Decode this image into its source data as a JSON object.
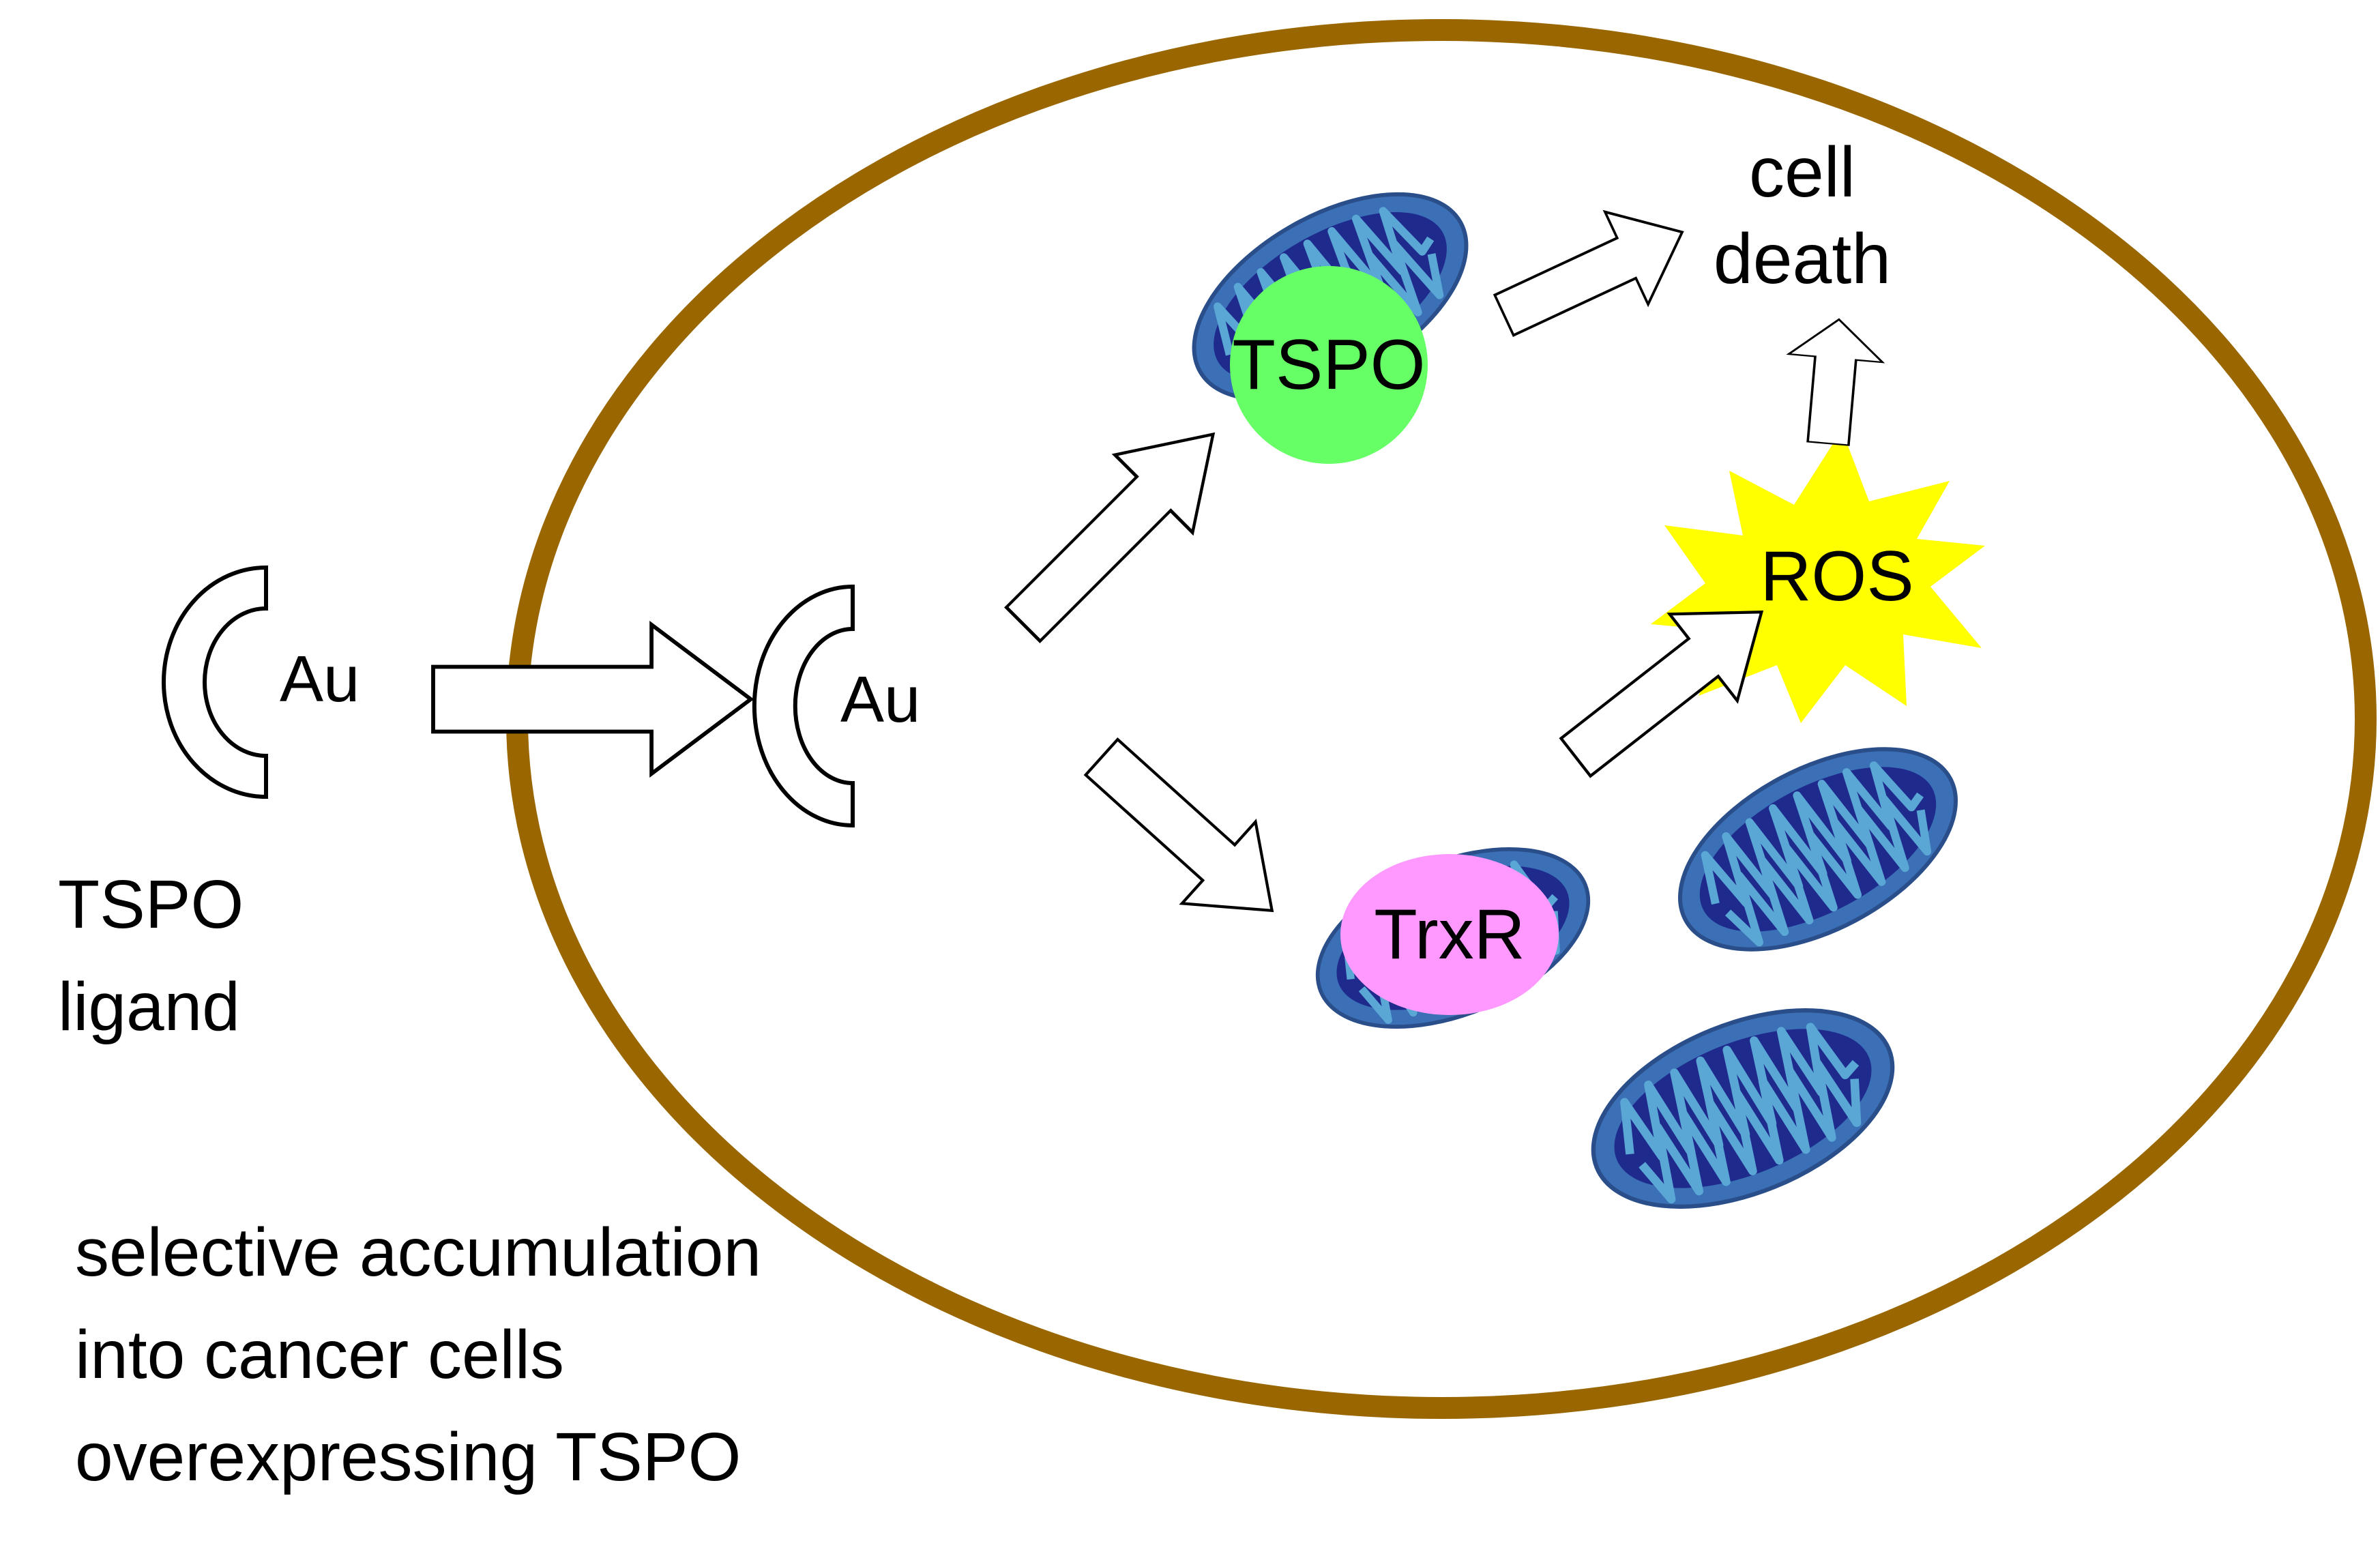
{
  "labels": {
    "ligand": [
      "TSPO",
      "ligand"
    ],
    "au": "Au",
    "tspo": "TSPO",
    "trxr": "TrxR",
    "ros": "ROS",
    "cell_death": [
      "cell",
      "death"
    ],
    "caption": [
      "selective accumulation",
      "into cancer cells",
      "overexpressing TSPO"
    ]
  },
  "colors": {
    "cell_membrane": "#996600",
    "tspo_circle": "#66ff66",
    "trxr_ellipse": "#ff99ff",
    "ros_star": "#ffff00",
    "mito_outer": "#3b6fb6",
    "mito_inner": "#1f2b8c",
    "mito_cristae": "#5aa7d6"
  },
  "icons": {
    "mitochondrion": "mitochondrion-icon",
    "ros": "burst-star-icon",
    "au_complex": "gold-complex-icon"
  }
}
